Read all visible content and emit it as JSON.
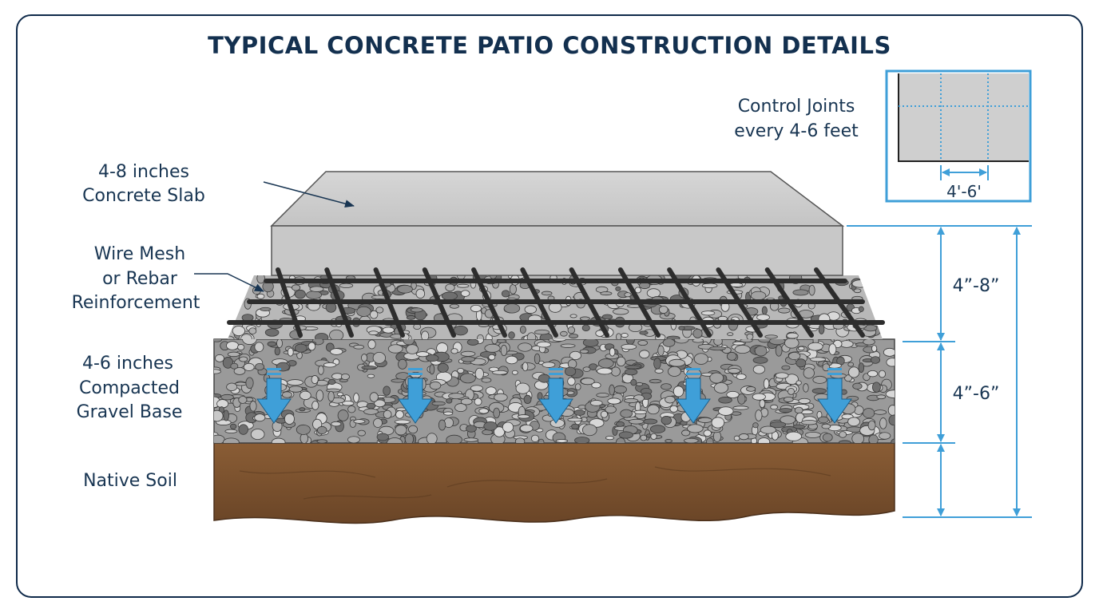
{
  "title": "TYPICAL CONCRETE PATIO CONSTRUCTION DETAILS",
  "inset": {
    "label_lines": [
      "Control Joints",
      "every 4-6 feet"
    ],
    "spacing_label": "4'-6'"
  },
  "layers": [
    {
      "id": "slab",
      "label_lines": [
        "4-8 inches",
        "Concrete Slab"
      ]
    },
    {
      "id": "mesh",
      "label_lines": [
        "Wire Mesh",
        "or Rebar",
        "Reinforcement"
      ]
    },
    {
      "id": "gravel",
      "label_lines": [
        "4-6 inches",
        "Compacted",
        "Gravel Base"
      ]
    },
    {
      "id": "soil",
      "label_lines": [
        "Native Soil"
      ]
    }
  ],
  "dimensions": {
    "slab": "4”-8”",
    "gravel": "4”-6”"
  },
  "colors": {
    "frame": "#0f2a4a",
    "accent": "#3f9fd8",
    "concrete": "#cfcfcf",
    "gravel": "#9a9a9a",
    "soil": "#7a5232"
  }
}
